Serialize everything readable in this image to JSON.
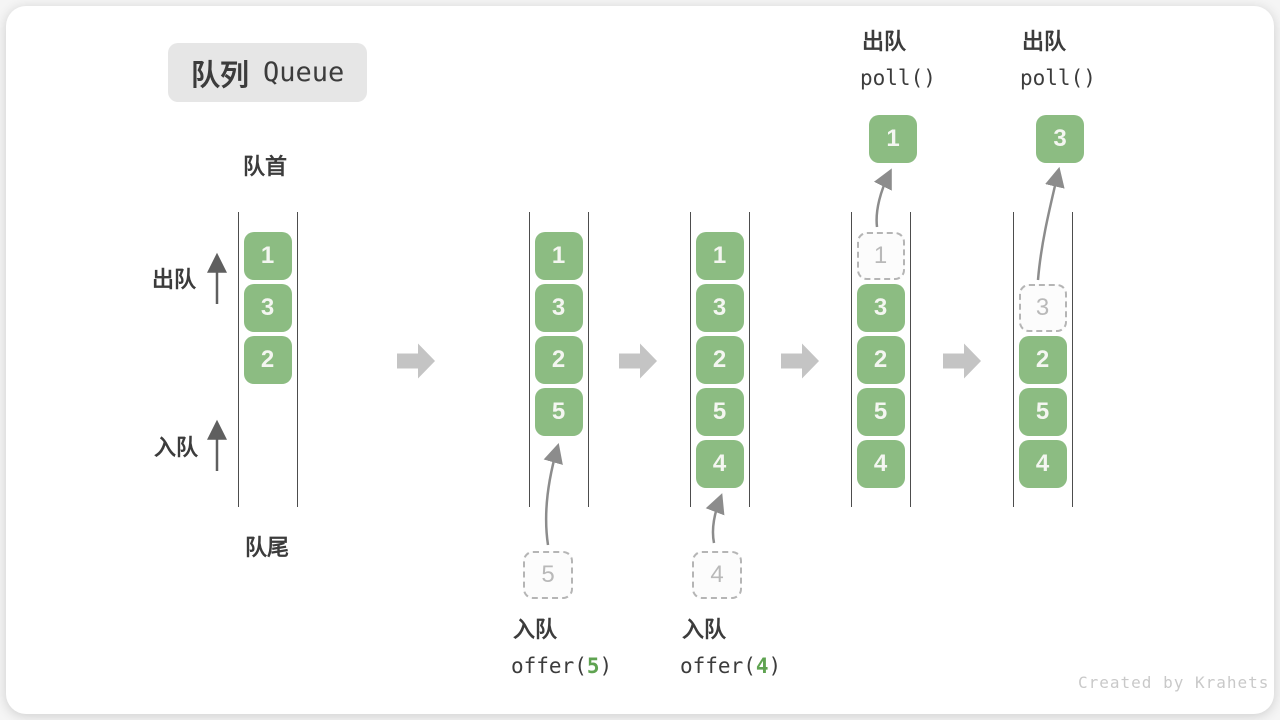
{
  "title": {
    "zh": "队列",
    "en": "Queue"
  },
  "side": {
    "front": "队首",
    "rear": "队尾",
    "dequeue": "出队",
    "enqueue": "入队"
  },
  "states": [
    {
      "items": [
        "1",
        "3",
        "2"
      ]
    },
    {
      "items": [
        "1",
        "3",
        "2",
        "5"
      ],
      "incoming": "5"
    },
    {
      "items": [
        "1",
        "3",
        "2",
        "5",
        "4"
      ],
      "incoming": "4"
    },
    {
      "ghost": "1",
      "items": [
        "3",
        "2",
        "5",
        "4"
      ],
      "removed": "1"
    },
    {
      "ghost": "3",
      "items": [
        "2",
        "5",
        "4"
      ],
      "removed": "3"
    }
  ],
  "ops": {
    "enq5": {
      "zh": "入队",
      "pre": "offer(",
      "arg": "5",
      "post": ")"
    },
    "enq4": {
      "zh": "入队",
      "pre": "offer(",
      "arg": "4",
      "post": ")"
    },
    "deq1": {
      "zh": "出队",
      "code": "poll()"
    },
    "deq3": {
      "zh": "出队",
      "code": "poll()"
    }
  },
  "colors": {
    "box_green": "#8cbc82",
    "arg_green": "#5fa351",
    "arrow_gray": "#c4c4c4",
    "curve_gray": "#8c8c8c",
    "side_arrow": "#5f5f5f",
    "line_dark": "#4d4d4d",
    "text_dark": "#3c3c3c",
    "ghost_gray": "#b9b9b9",
    "ghost_border": "#b5b5b5",
    "badge_bg": "#e6e6e6",
    "watermark_gray": "#c9c9c9"
  },
  "watermark": "Created by Krahets"
}
